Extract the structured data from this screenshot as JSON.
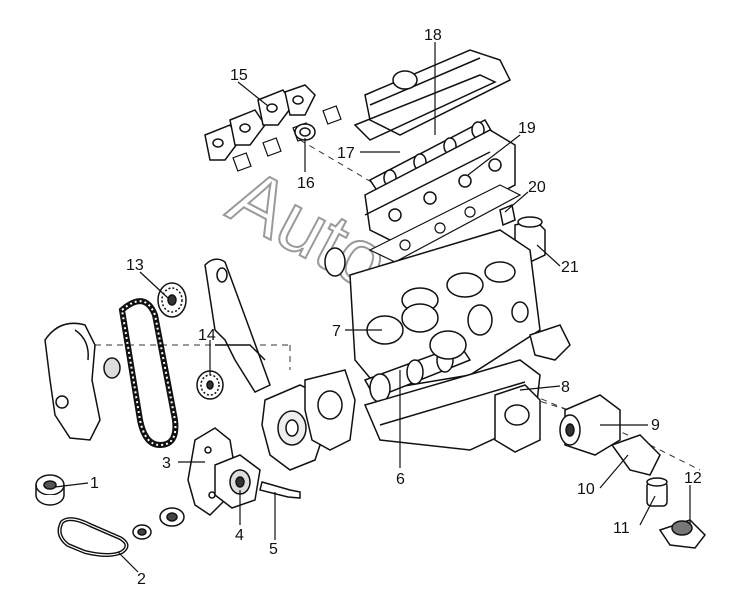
{
  "watermark": "Autoo",
  "callouts": {
    "c1": "1",
    "c2": "2",
    "c3": "3",
    "c4": "4",
    "c5": "5",
    "c6": "6",
    "c7": "7",
    "c8": "8",
    "c9": "9",
    "c10": "10",
    "c11": "11",
    "c12": "12",
    "c13": "13",
    "c14": "14",
    "c15": "15",
    "c16": "16",
    "c17": "17",
    "c18": "18",
    "c19": "19",
    "c20": "20",
    "c21": "21"
  }
}
